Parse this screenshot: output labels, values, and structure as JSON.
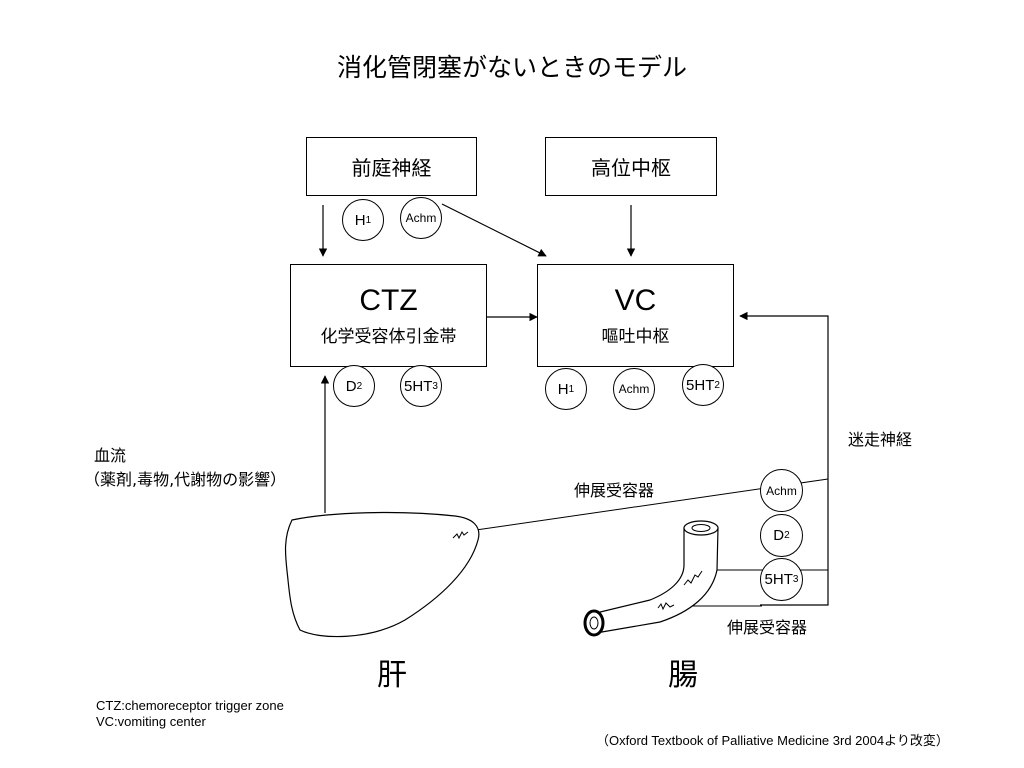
{
  "title": "消化管閉塞がないときのモデル",
  "boxes": {
    "vestibular": "前庭神経",
    "higher_center": "高位中枢",
    "ctz_title": "CTZ",
    "ctz_sub": "化学受容体引金帯",
    "vc_title": "VC",
    "vc_sub": "嘔吐中枢"
  },
  "receptors": {
    "h1": {
      "main": "H",
      "sub": "1"
    },
    "achm": "Achm",
    "d2": {
      "main": "D",
      "sub": "2"
    },
    "ht3": {
      "main": "5HT",
      "sub": "3"
    },
    "ht2": {
      "main": "5HT",
      "sub": "2"
    }
  },
  "labels": {
    "blood_line1": "血流",
    "blood_line2": "（薬剤,毒物,代謝物の影響）",
    "vagus": "迷走神経",
    "stretch_receptor_top": "伸展受容器",
    "stretch_receptor_bottom": "伸展受容器",
    "liver": "肝",
    "intestine": "腸"
  },
  "footnotes": {
    "ctz": "CTZ:chemoreceptor trigger zone",
    "vc": "VC:vomiting center",
    "source": "（Oxford Textbook of Palliative Medicine 3rd 2004より改変）"
  }
}
